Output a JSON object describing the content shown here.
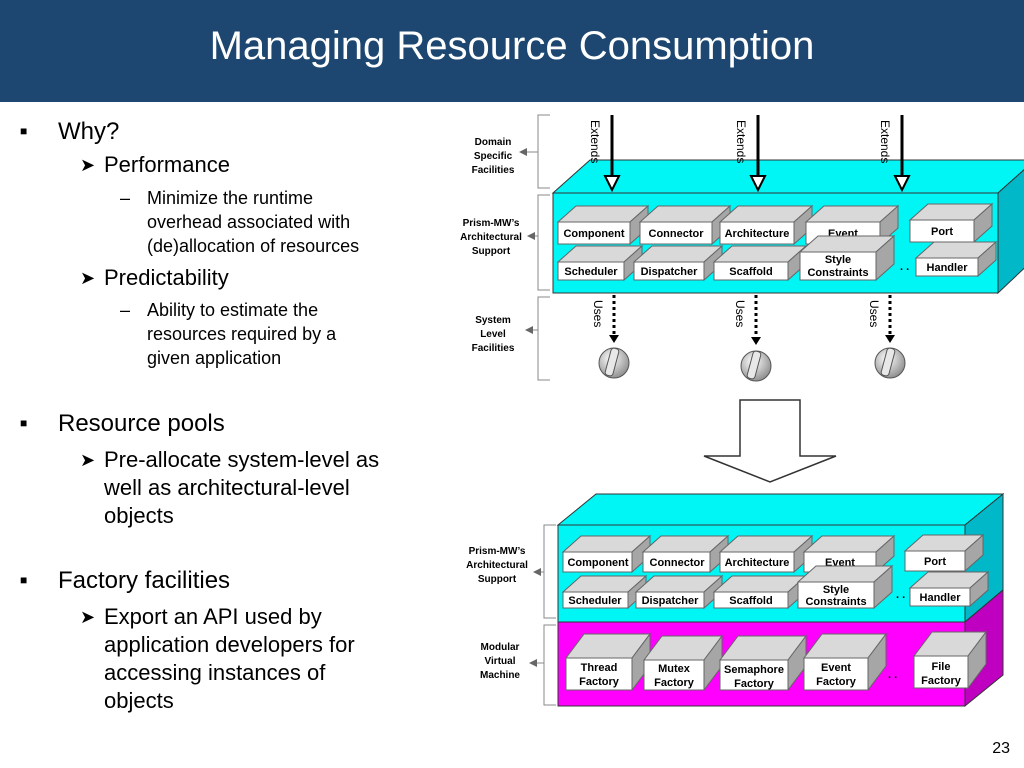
{
  "slide": {
    "title": "Managing Resource Consumption",
    "page_number": "23"
  },
  "bullets": {
    "why": "Why?",
    "performance": "Performance",
    "performance_detail": [
      "Minimize the runtime",
      "overhead associated with",
      "(de)allocation of resources"
    ],
    "predictability": "Predictability",
    "predictability_detail": [
      "Ability to estimate the",
      "resources required by a",
      "given application"
    ],
    "resource_pools": "Resource pools",
    "resource_pools_detail": [
      "Pre-allocate system-level as",
      "well as architectural-level",
      "objects"
    ],
    "factory_facilities": "Factory facilities",
    "factory_detail": [
      "Export an API used by",
      "application developers for",
      "accessing instances of",
      "objects"
    ]
  },
  "diagram_top": {
    "left_labels": {
      "domain": [
        "Domain",
        "Specific",
        "Facilities"
      ],
      "prism": [
        "Prism-MW’s",
        "Architectural",
        "Support"
      ],
      "system": [
        "System",
        "Level",
        "Facilities"
      ]
    },
    "extends_label": "Extends",
    "uses_label": "Uses",
    "row1": [
      "Component",
      "Connector",
      "Architecture",
      "Event",
      "Port"
    ],
    "row2": [
      "Scheduler",
      "Dispatcher",
      "Scaffold",
      "Style Constraints",
      "Handler"
    ],
    "ellipsis": ". ."
  },
  "diagram_bottom": {
    "left_labels": {
      "prism": [
        "Prism-MW’s",
        "Architectural",
        "Support"
      ],
      "modular": [
        "Modular",
        "Virtual",
        "Machine"
      ]
    },
    "row1": [
      "Component",
      "Connector",
      "Architecture",
      "Event",
      "Port"
    ],
    "row2": [
      "Scheduler",
      "Dispatcher",
      "Scaffold",
      "Style Constraints",
      "Handler"
    ],
    "row3": [
      "Thread Factory",
      "Mutex Factory",
      "Semaphore Factory",
      "Event Factory",
      "File Factory"
    ],
    "ellipsis": ". ."
  },
  "colors": {
    "title_bar": "#1d4670",
    "platform_cyan": "#00f5f5",
    "platform_cyan_dark": "#00b8c8",
    "platform_magenta": "#ff00ff",
    "platform_magenta_dark": "#c000c0",
    "box_face": "#ffffff",
    "box_top": "#d9d9d9",
    "box_side": "#a6a6a6"
  }
}
